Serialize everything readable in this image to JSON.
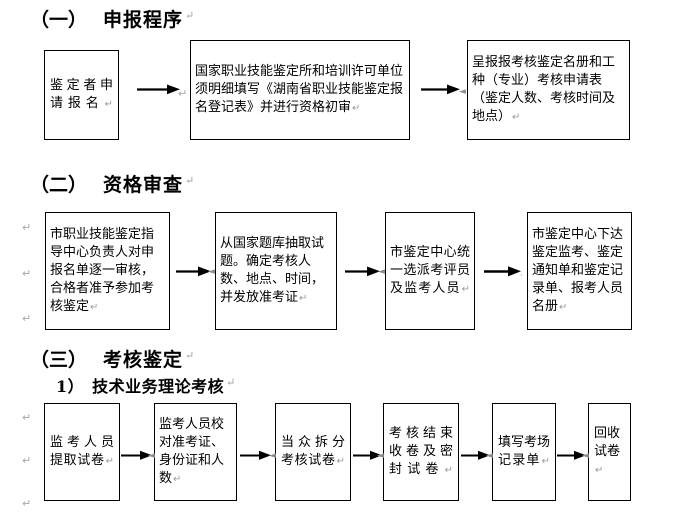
{
  "document": {
    "title": "职业技能鉴定流程图",
    "paragraph_mark": "↵"
  },
  "sections": [
    {
      "id": "section-1",
      "number": "（一）",
      "title": "申报程序",
      "boxes": [
        {
          "id": "box-1-1",
          "text": "鉴定者申请报名"
        },
        {
          "id": "box-1-2",
          "text": "国家职业技能鉴定所和培训许可单位须明细填写《湖南省职业技能鉴定报名登记表》并进行资格初审"
        },
        {
          "id": "box-1-3",
          "text": "呈报报考核鉴定名册和工种（专业）考核申请表（鉴定人数、考核时间及地点）"
        }
      ],
      "arrows": 2
    },
    {
      "id": "section-2",
      "number": "（二）",
      "title": "资格审查",
      "boxes": [
        {
          "id": "box-2-1",
          "text": "市职业技能鉴定指导中心负责人对申报名单逐一审核，合格者准予参加考核鉴定"
        },
        {
          "id": "box-2-2",
          "text": "从国家题库抽取试题。确定考核人数、地点、时间，并发放准考证"
        },
        {
          "id": "box-2-3",
          "text": "市鉴定中心统一选派考评员及监考人员"
        },
        {
          "id": "box-2-4",
          "text": "市鉴定中心下达鉴定监考、鉴定通知单和鉴定记录单、报考人员名册"
        }
      ],
      "arrows": 3
    },
    {
      "id": "section-3",
      "number": "（三）",
      "title": "考核鉴定",
      "subsection": {
        "number": "1）",
        "title": "技术业务理论考核"
      },
      "boxes": [
        {
          "id": "box-3-1",
          "text": "监考人员提取试卷"
        },
        {
          "id": "box-3-2",
          "text": "监考人员校对准考证、身份证和人数"
        },
        {
          "id": "box-3-3",
          "text": "当众拆分考核试卷"
        },
        {
          "id": "box-3-4",
          "text": "考核结束收卷及密封试卷"
        },
        {
          "id": "box-3-5",
          "text": "填写考场记录单"
        },
        {
          "id": "box-3-6",
          "text": "回收试卷"
        }
      ],
      "arrows": 5
    }
  ],
  "colors": {
    "text": "#000000",
    "background": "#ffffff",
    "box_border": "#000000",
    "mark_gray": "#a0a0a0"
  }
}
